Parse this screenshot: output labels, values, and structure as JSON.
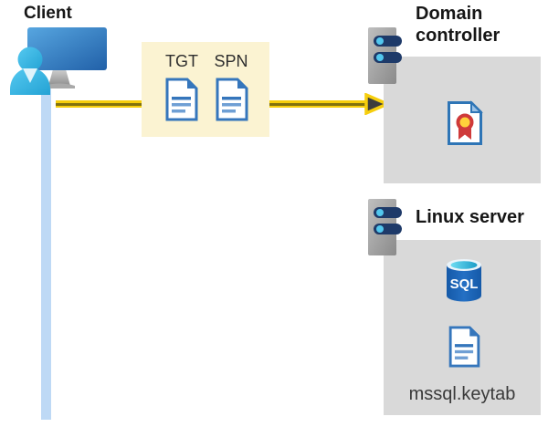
{
  "diagram": {
    "client": {
      "label": "Client"
    },
    "message_box": {
      "items": [
        {
          "label": "TGT",
          "icon": "document-icon"
        },
        {
          "label": "SPN",
          "icon": "document-icon"
        }
      ]
    },
    "domain_controller": {
      "label_line1": "Domain",
      "label_line2": "controller",
      "icons": [
        "server-icon",
        "certificate-icon"
      ]
    },
    "linux_server": {
      "label": "Linux server",
      "sql_icon_label": "SQL",
      "keytab_label": "mssql.keytab",
      "icons": [
        "server-icon",
        "sql-database-icon",
        "document-icon"
      ]
    },
    "arrow": {
      "direction": "left-to-right",
      "from": "client",
      "to": "domain-controller"
    }
  },
  "colors": {
    "arrow_gold": "#F6CE0D",
    "arrow_stripe": "#82720E",
    "arrow_head": "#3D3D3D",
    "message_box_fill": "#FBF3D2",
    "server_box_fill": "#D9D9D9",
    "connection_line": "#BED9F5",
    "document_blue": "#3576BC",
    "document_line_light": "#7FA9D9",
    "server_pill_navy": "#1E3A69",
    "server_dot_cyan": "#52C7EE",
    "monitor_blue_light": "#55A4DE",
    "monitor_blue_dark": "#2160A8",
    "person_cyan": "#45BCE8",
    "sql_body_blue": "#1A63B6",
    "sql_top_cyan": "#49C8E8",
    "cert_ribbon_red": "#CF3A3A",
    "cert_seal_yellow": "#FFD23B"
  }
}
